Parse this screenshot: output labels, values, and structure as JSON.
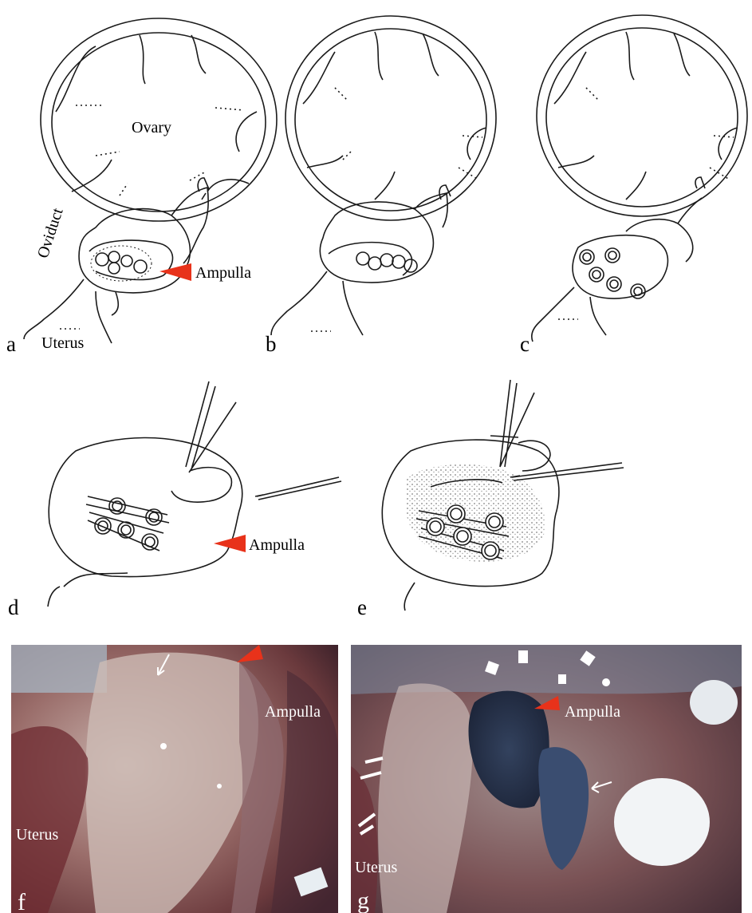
{
  "figure": {
    "panels": [
      "a",
      "b",
      "c",
      "d",
      "e",
      "f",
      "g"
    ],
    "labels": {
      "ovary": "Ovary",
      "oviduct": "Oviduct",
      "ampulla": "Ampulla",
      "uterus": "Uterus"
    },
    "colors": {
      "arrowhead": "#e8321a",
      "line": "#1a1a1a",
      "photo_text": "#ffffff"
    }
  }
}
